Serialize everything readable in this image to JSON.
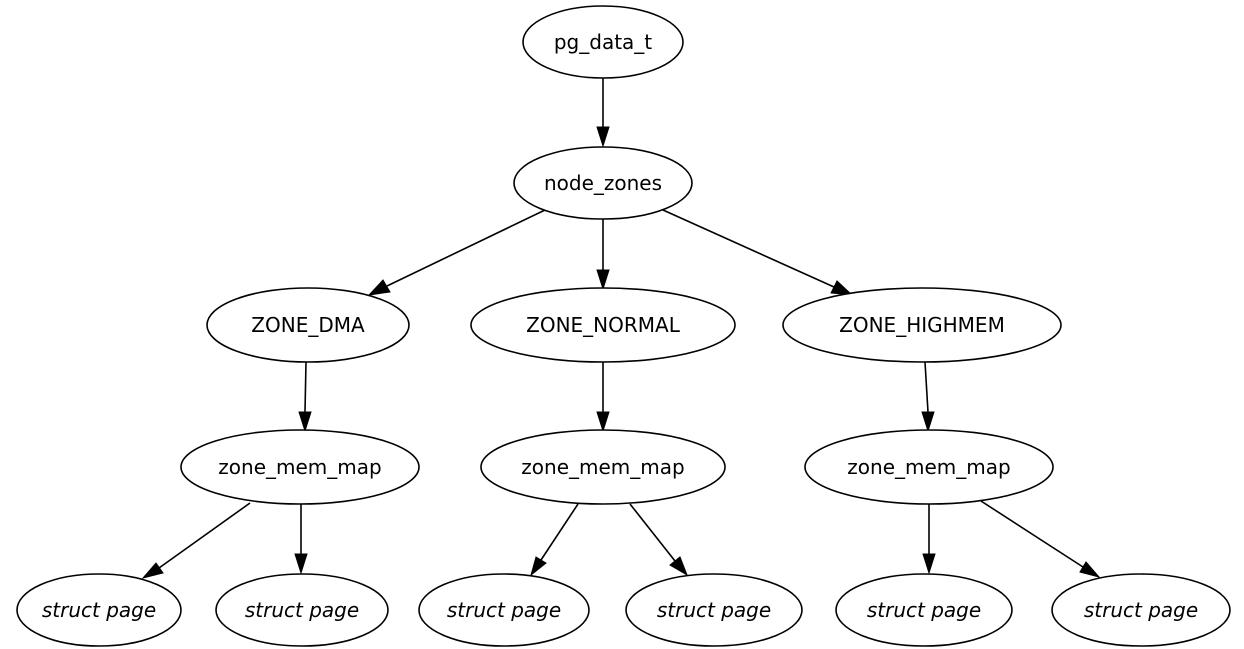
{
  "diagram": {
    "type": "tree",
    "nodes": {
      "root": {
        "label": "pg_data_t"
      },
      "zones": {
        "label": "node_zones"
      },
      "dma": {
        "label": "ZONE_DMA"
      },
      "normal": {
        "label": "ZONE_NORMAL"
      },
      "highmem": {
        "label": "ZONE_HIGHMEM"
      },
      "map_dma": {
        "label": "zone_mem_map"
      },
      "map_normal": {
        "label": "zone_mem_map"
      },
      "map_highmem": {
        "label": "zone_mem_map"
      },
      "page_dma_1": {
        "label": "struct page"
      },
      "page_dma_2": {
        "label": "struct page"
      },
      "page_normal_1": {
        "label": "struct page"
      },
      "page_normal_2": {
        "label": "struct page"
      },
      "page_highmem_1": {
        "label": "struct page"
      },
      "page_highmem_2": {
        "label": "struct page"
      }
    },
    "edges": [
      [
        "root",
        "zones"
      ],
      [
        "zones",
        "dma"
      ],
      [
        "zones",
        "normal"
      ],
      [
        "zones",
        "highmem"
      ],
      [
        "dma",
        "map_dma"
      ],
      [
        "normal",
        "map_normal"
      ],
      [
        "highmem",
        "map_highmem"
      ],
      [
        "map_dma",
        "page_dma_1"
      ],
      [
        "map_dma",
        "page_dma_2"
      ],
      [
        "map_normal",
        "page_normal_1"
      ],
      [
        "map_normal",
        "page_normal_2"
      ],
      [
        "map_highmem",
        "page_highmem_1"
      ],
      [
        "map_highmem",
        "page_highmem_2"
      ]
    ]
  }
}
